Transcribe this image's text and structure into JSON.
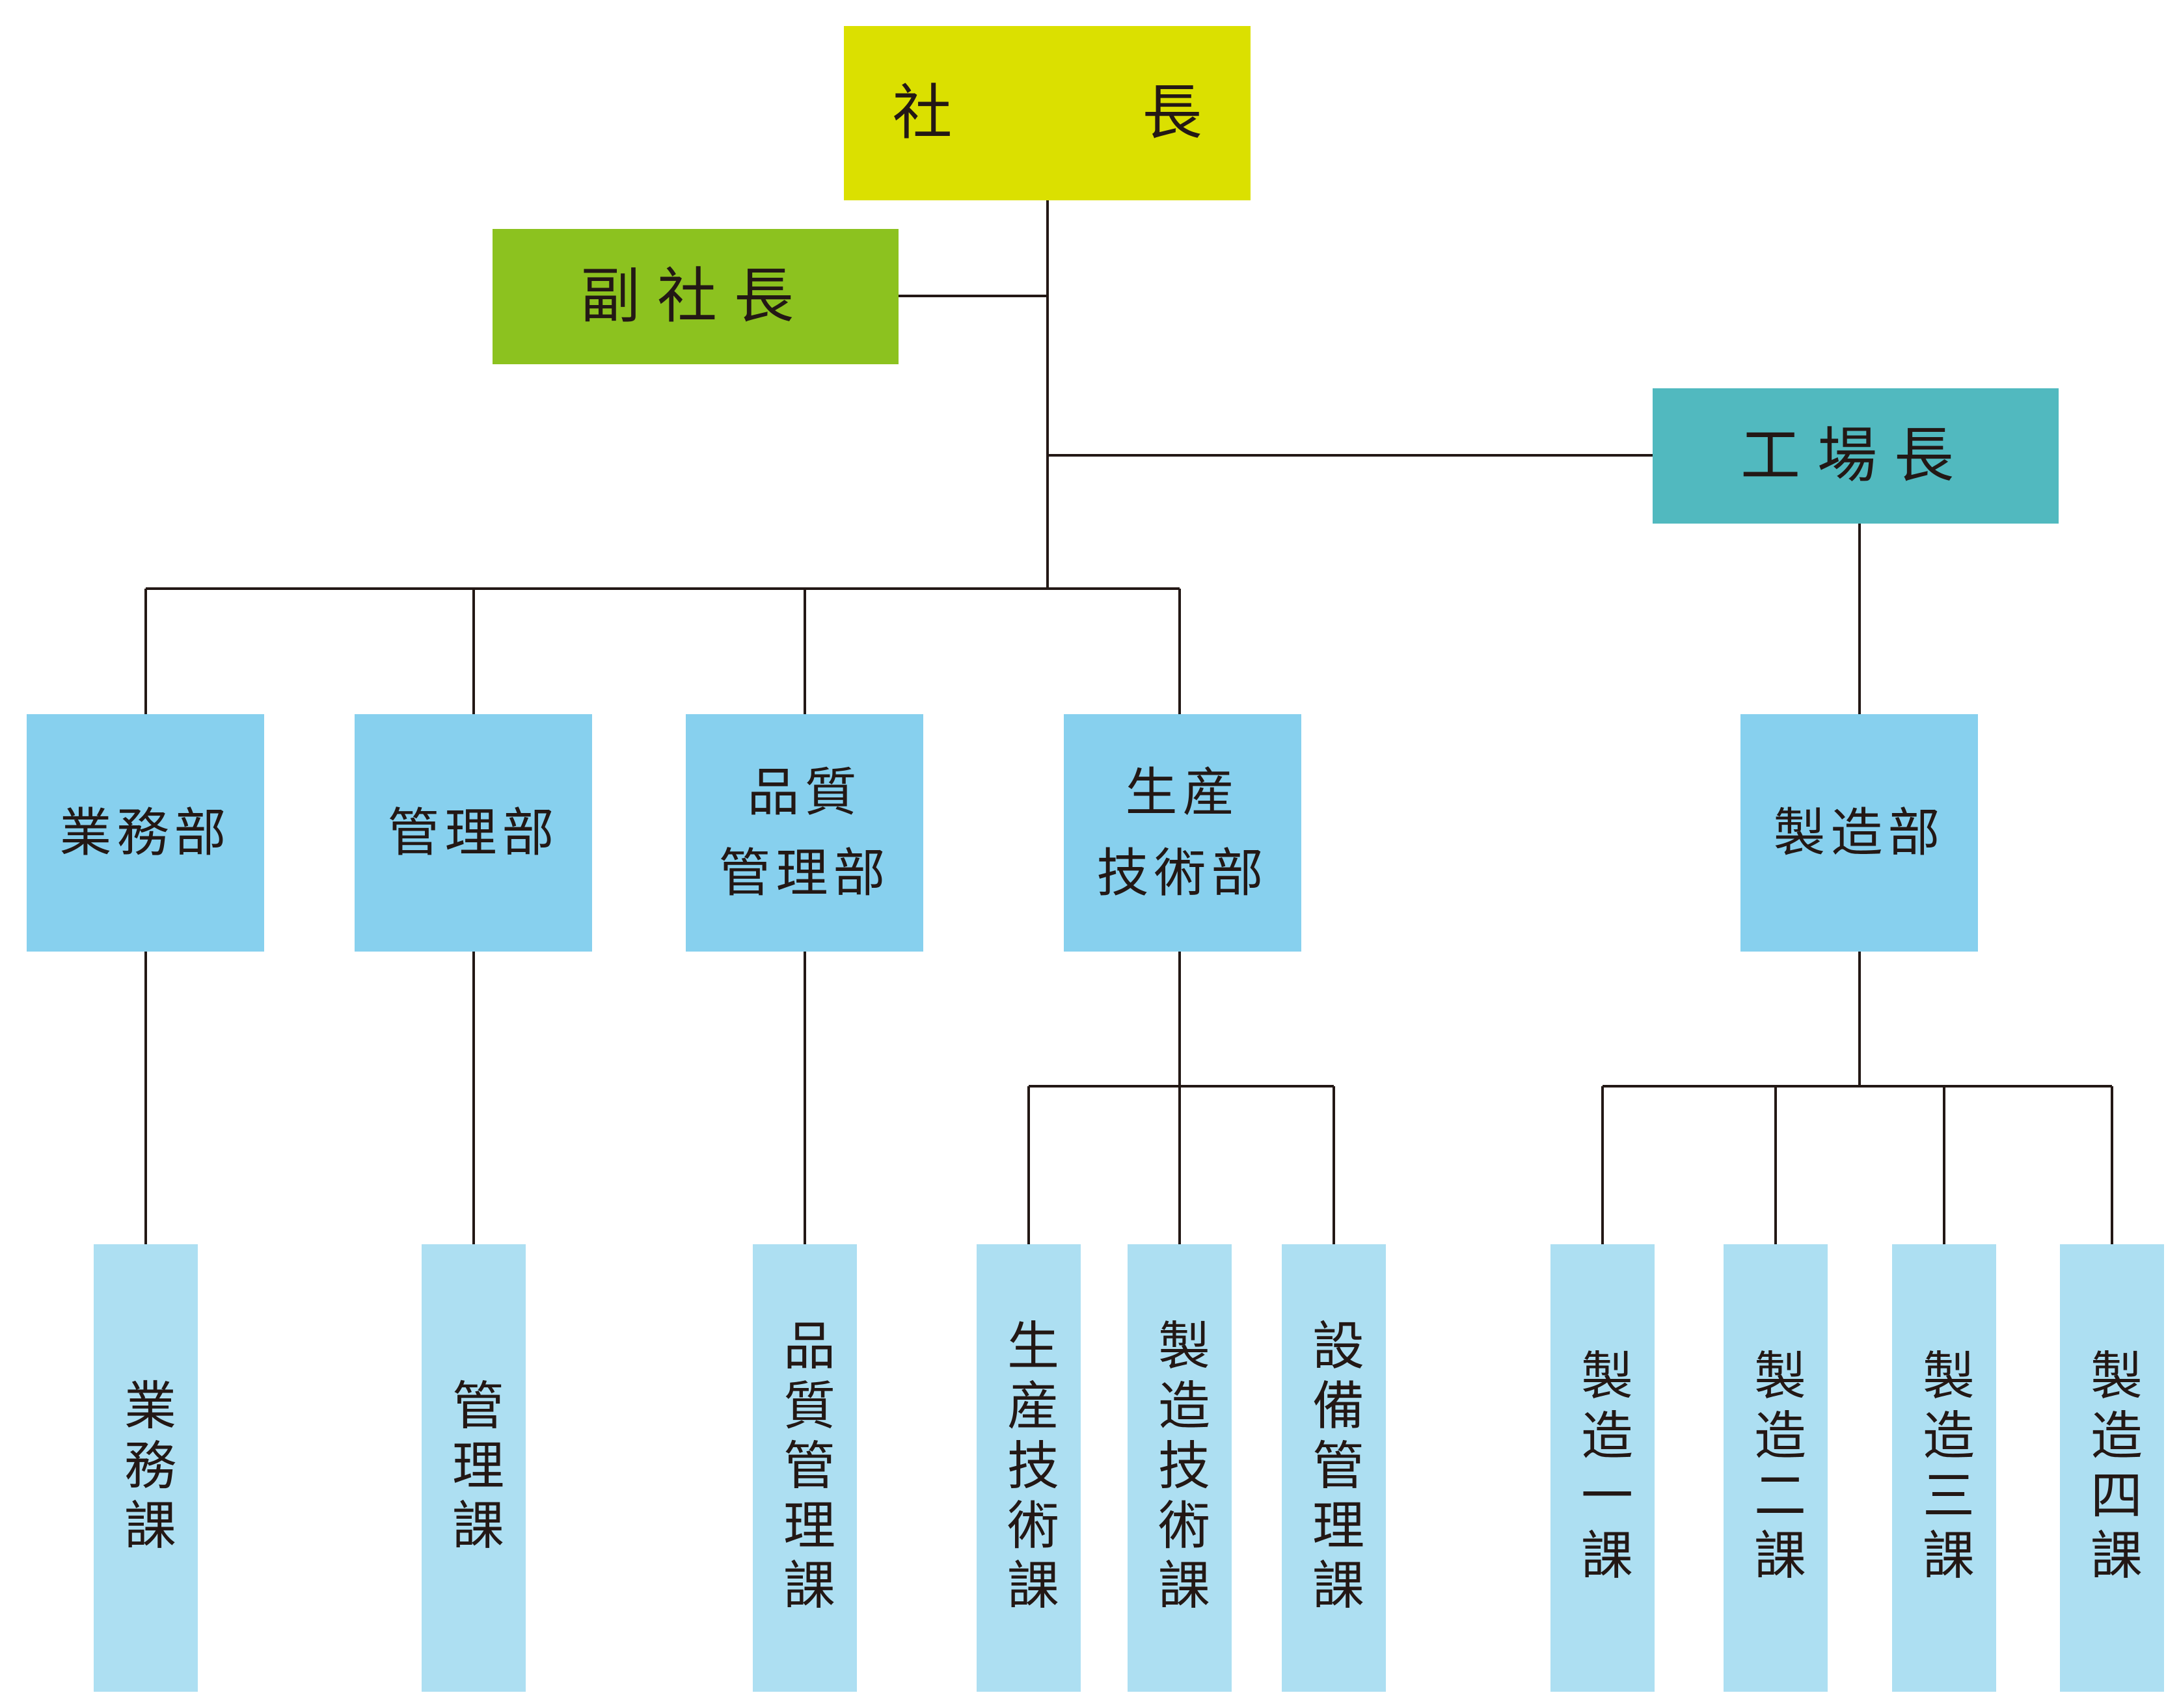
{
  "colors": {
    "ceo": "#dbe000",
    "vice_president": "#8cc21f",
    "plant_manager": "#51b9bf",
    "department": "#87d0ee",
    "section": "#addff2",
    "line": "#231815"
  },
  "top": {
    "ceo": "社　長",
    "vice_president": "副社長",
    "plant_manager": "工場長"
  },
  "departments": [
    {
      "label": "業務部"
    },
    {
      "label": "管理部"
    },
    {
      "label": "品質\n管理部"
    },
    {
      "label": "生産\n技術部"
    },
    {
      "label": "製造部"
    }
  ],
  "sections": [
    {
      "label": "業務課"
    },
    {
      "label": "管理課"
    },
    {
      "label": "品質管理課"
    },
    {
      "label": "生産技術課"
    },
    {
      "label": "製造技術課"
    },
    {
      "label": "設備管理課"
    },
    {
      "label": "製造一課"
    },
    {
      "label": "製造二課"
    },
    {
      "label": "製造三課"
    },
    {
      "label": "製造四課"
    }
  ]
}
